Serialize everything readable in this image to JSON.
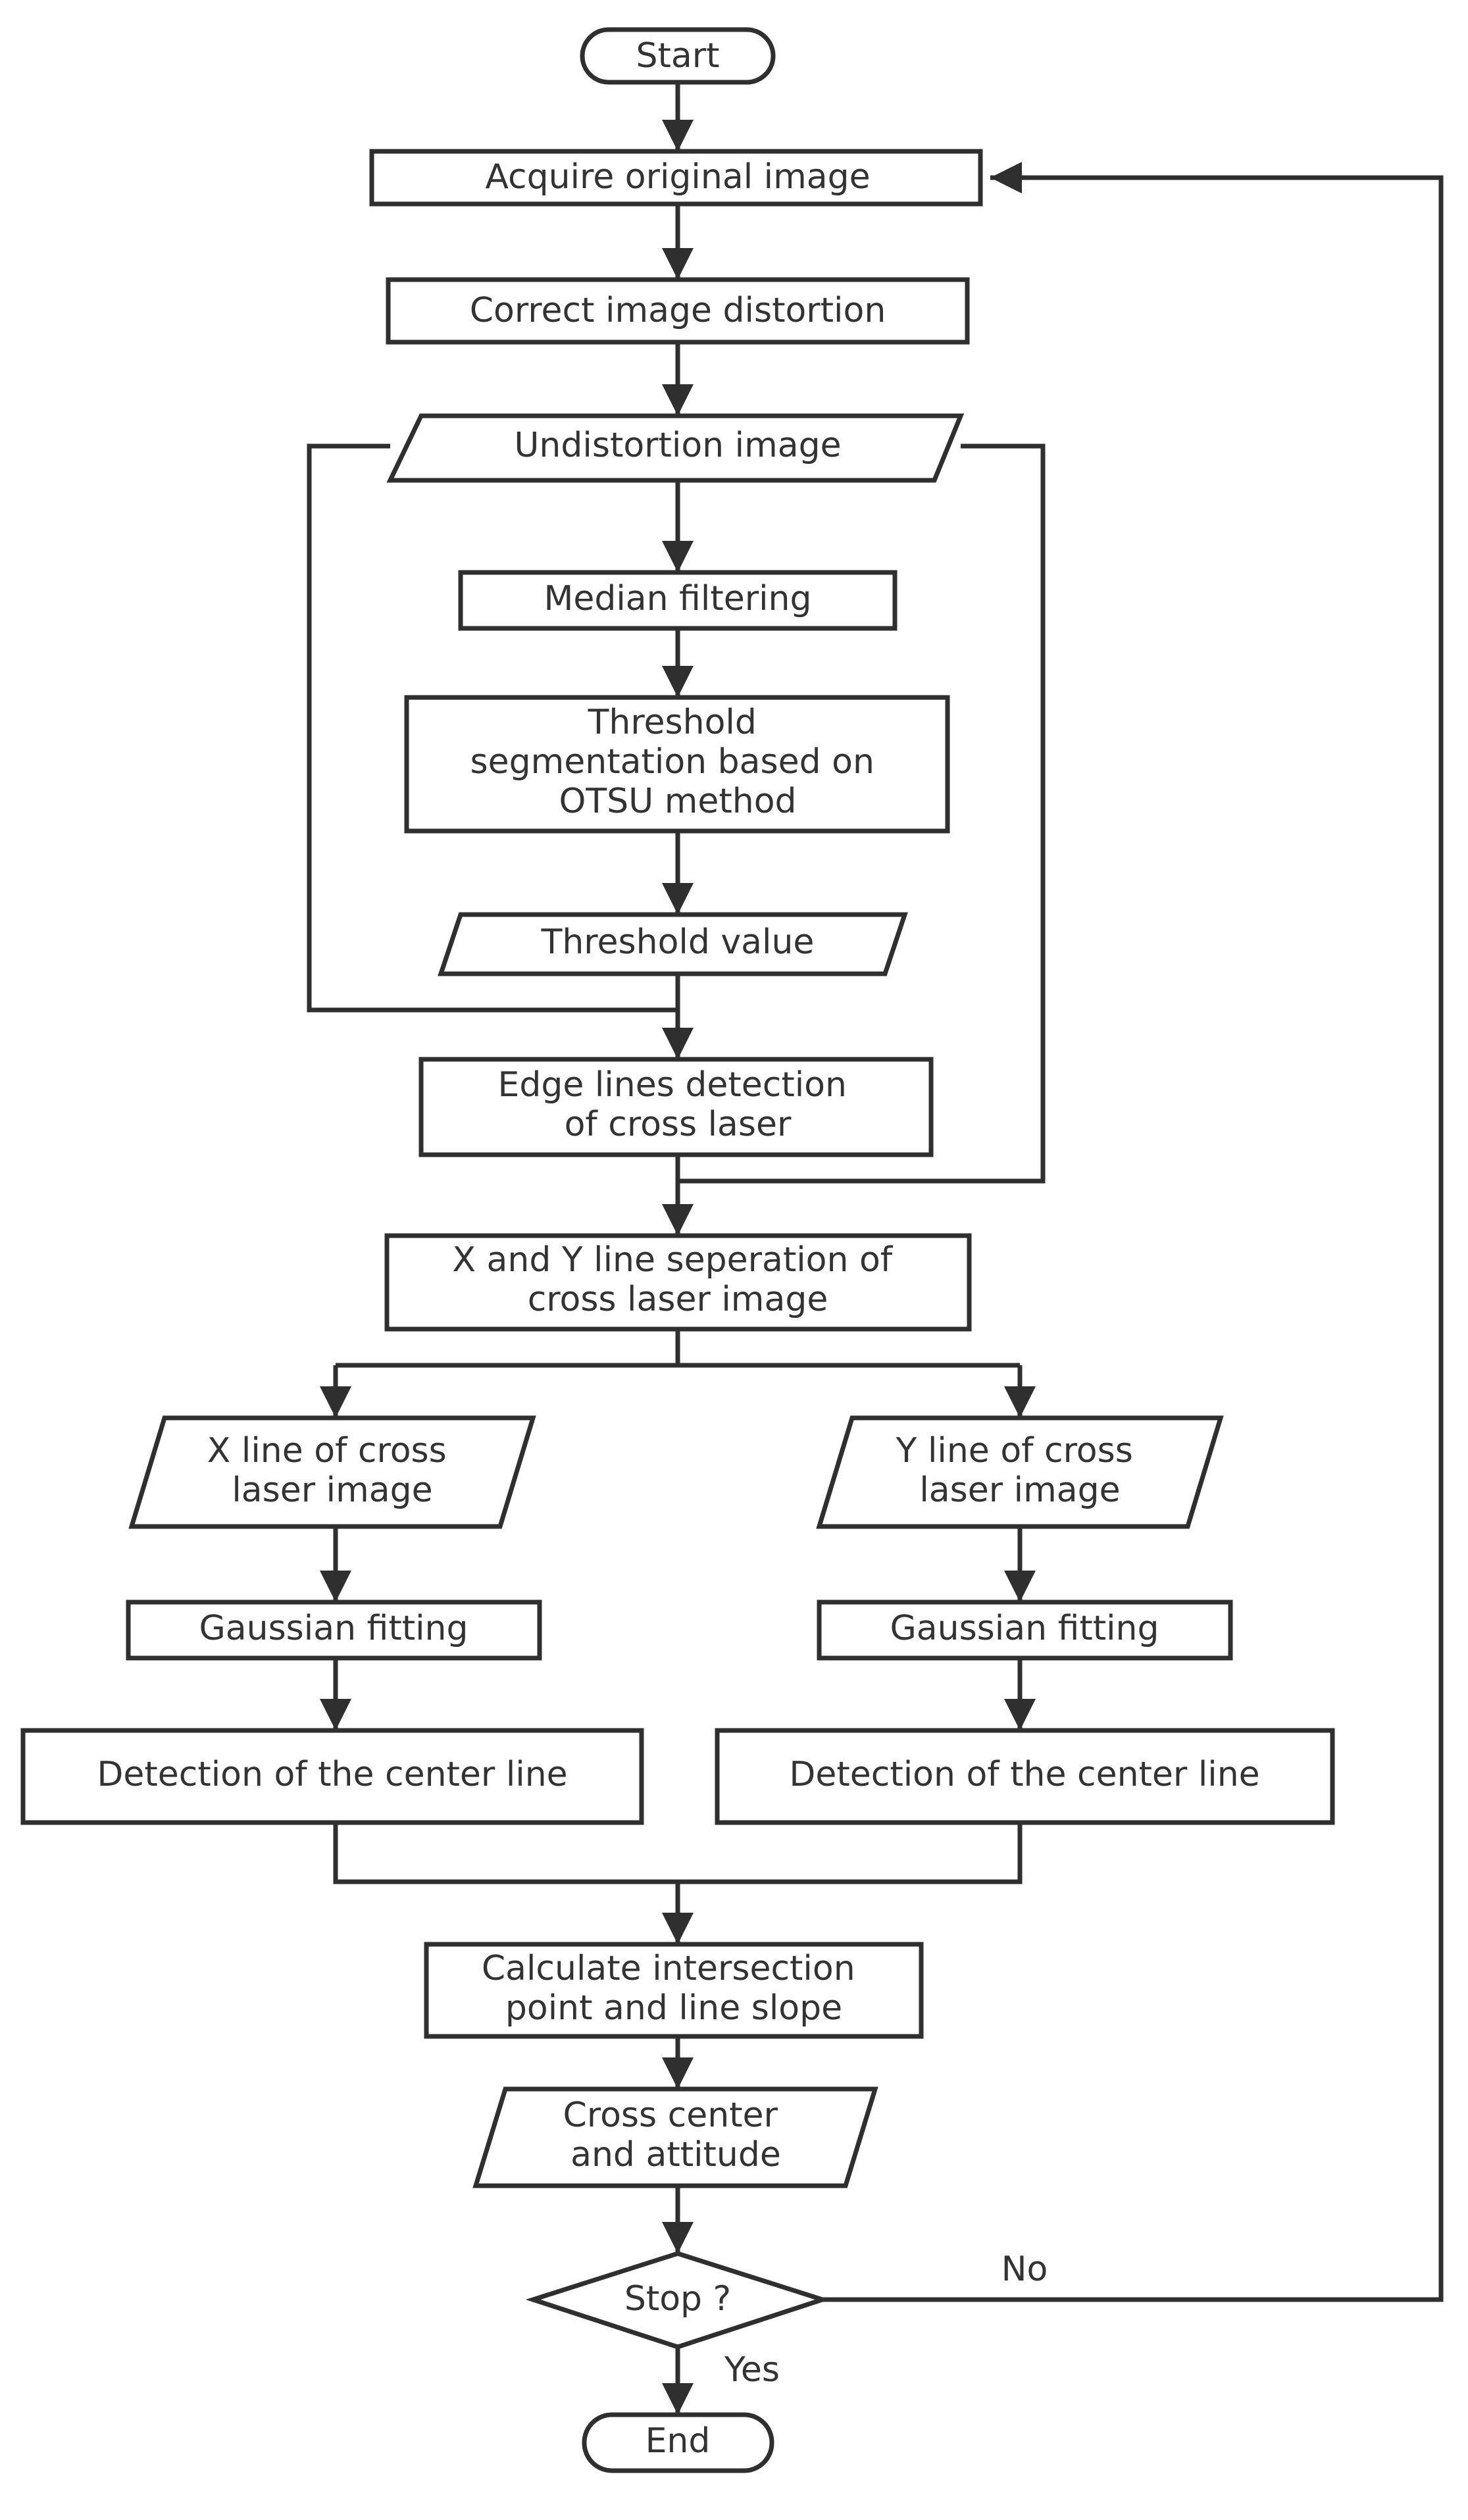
{
  "nodes": {
    "start": [
      "Start"
    ],
    "acquire": [
      "Acquire original image"
    ],
    "correct": [
      "Correct image distortion"
    ],
    "undistortion": [
      "Undistortion image"
    ],
    "median": [
      "Median filtering"
    ],
    "otsu": [
      "Threshold",
      "segmentation based on",
      "OTSU method"
    ],
    "threshold_value": [
      "Threshold value"
    ],
    "edge": [
      "Edge lines detection",
      "of cross laser"
    ],
    "separation": [
      "X and Y line seperation of",
      "cross laser image"
    ],
    "x_line": [
      "X line of cross",
      "laser image"
    ],
    "y_line": [
      "Y line of cross",
      "laser image"
    ],
    "gauss_x": [
      "Gaussian fitting"
    ],
    "gauss_y": [
      "Gaussian fitting"
    ],
    "center_x": [
      "Detection of the center line"
    ],
    "center_y": [
      "Detection of the center line"
    ],
    "calc": [
      "Calculate intersection",
      "point and line slope"
    ],
    "cross_center": [
      "Cross center",
      "and attitude"
    ],
    "stop": [
      "Stop ?"
    ],
    "end": [
      "End"
    ]
  },
  "edge_labels": {
    "no": "No",
    "yes": "Yes"
  },
  "colors": {
    "stroke": "#2f2f2f",
    "text": "#333333",
    "fill": "#ffffff"
  }
}
